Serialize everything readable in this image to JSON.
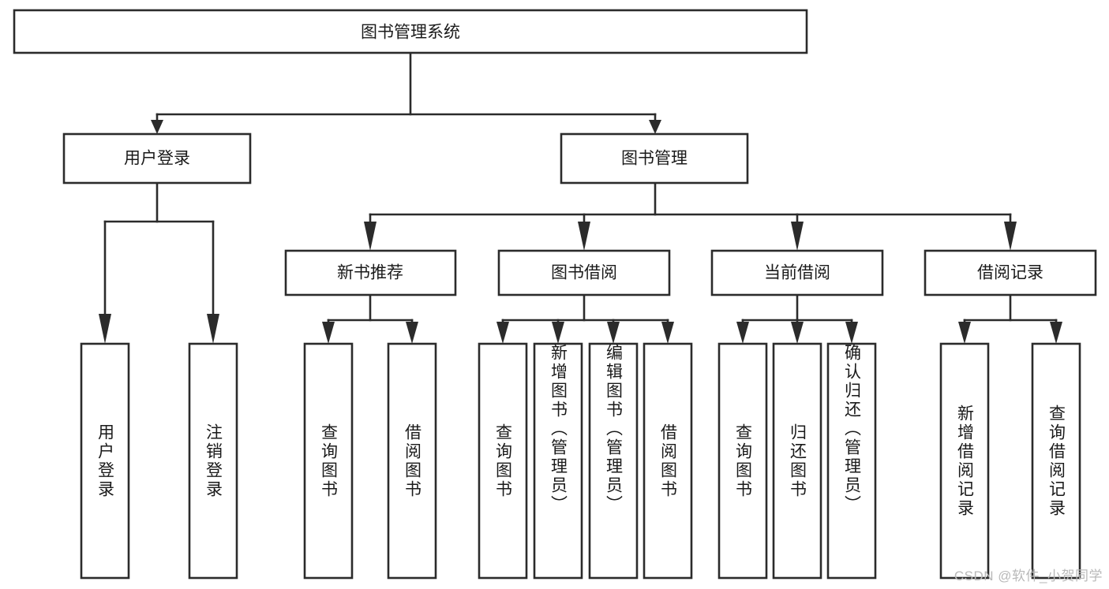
{
  "diagram": {
    "type": "tree-hierarchy-chart",
    "title": "图书管理系统",
    "background_color": "#ffffff",
    "line_color": "#2b2b2b",
    "text_color": "#1a1a1a",
    "root": {
      "id": "root",
      "label": "图书管理系统",
      "orientation": "horizontal"
    },
    "level2": [
      {
        "id": "user-login",
        "label": "用户登录",
        "orientation": "horizontal"
      },
      {
        "id": "book-management",
        "label": "图书管理",
        "orientation": "horizontal"
      }
    ],
    "level3": [
      {
        "id": "new-book-recommend",
        "label": "新书推荐",
        "orientation": "horizontal",
        "parent": "book-management"
      },
      {
        "id": "book-borrow",
        "label": "图书借阅",
        "orientation": "horizontal",
        "parent": "book-management"
      },
      {
        "id": "current-borrow",
        "label": "当前借阅",
        "orientation": "horizontal",
        "parent": "book-management"
      },
      {
        "id": "borrow-record",
        "label": "借阅记录",
        "orientation": "horizontal",
        "parent": "book-management"
      }
    ],
    "leaves": [
      {
        "id": "leaf-user-login",
        "label": "用户登录",
        "parent": "user-login",
        "orientation": "vertical"
      },
      {
        "id": "leaf-logout",
        "label": "注销登录",
        "parent": "user-login",
        "orientation": "vertical"
      },
      {
        "id": "leaf-query-book-1",
        "label": "查询图书",
        "parent": "new-book-recommend",
        "orientation": "vertical"
      },
      {
        "id": "leaf-borrow-book-1",
        "label": "借阅图书",
        "parent": "new-book-recommend",
        "orientation": "vertical"
      },
      {
        "id": "leaf-query-book-2",
        "label": "查询图书",
        "parent": "book-borrow",
        "orientation": "vertical"
      },
      {
        "id": "leaf-add-book",
        "label": "新增图书（管理员）",
        "parent": "book-borrow",
        "orientation": "vertical"
      },
      {
        "id": "leaf-edit-book",
        "label": "编辑图书（管理员）",
        "parent": "book-borrow",
        "orientation": "vertical"
      },
      {
        "id": "leaf-borrow-book-2",
        "label": "借阅图书",
        "parent": "book-borrow",
        "orientation": "vertical"
      },
      {
        "id": "leaf-query-book-3",
        "label": "查询图书",
        "parent": "current-borrow",
        "orientation": "vertical"
      },
      {
        "id": "leaf-return-book",
        "label": "归还图书",
        "parent": "current-borrow",
        "orientation": "vertical"
      },
      {
        "id": "leaf-confirm-return",
        "label": "确认归还（管理员）",
        "parent": "current-borrow",
        "orientation": "vertical"
      },
      {
        "id": "leaf-add-record",
        "label": "新增借阅记录",
        "parent": "borrow-record",
        "orientation": "vertical"
      },
      {
        "id": "leaf-query-record",
        "label": "查询借阅记录",
        "parent": "borrow-record",
        "orientation": "vertical"
      }
    ]
  },
  "watermark": {
    "text": "CSDN @软件_小贺同学"
  }
}
